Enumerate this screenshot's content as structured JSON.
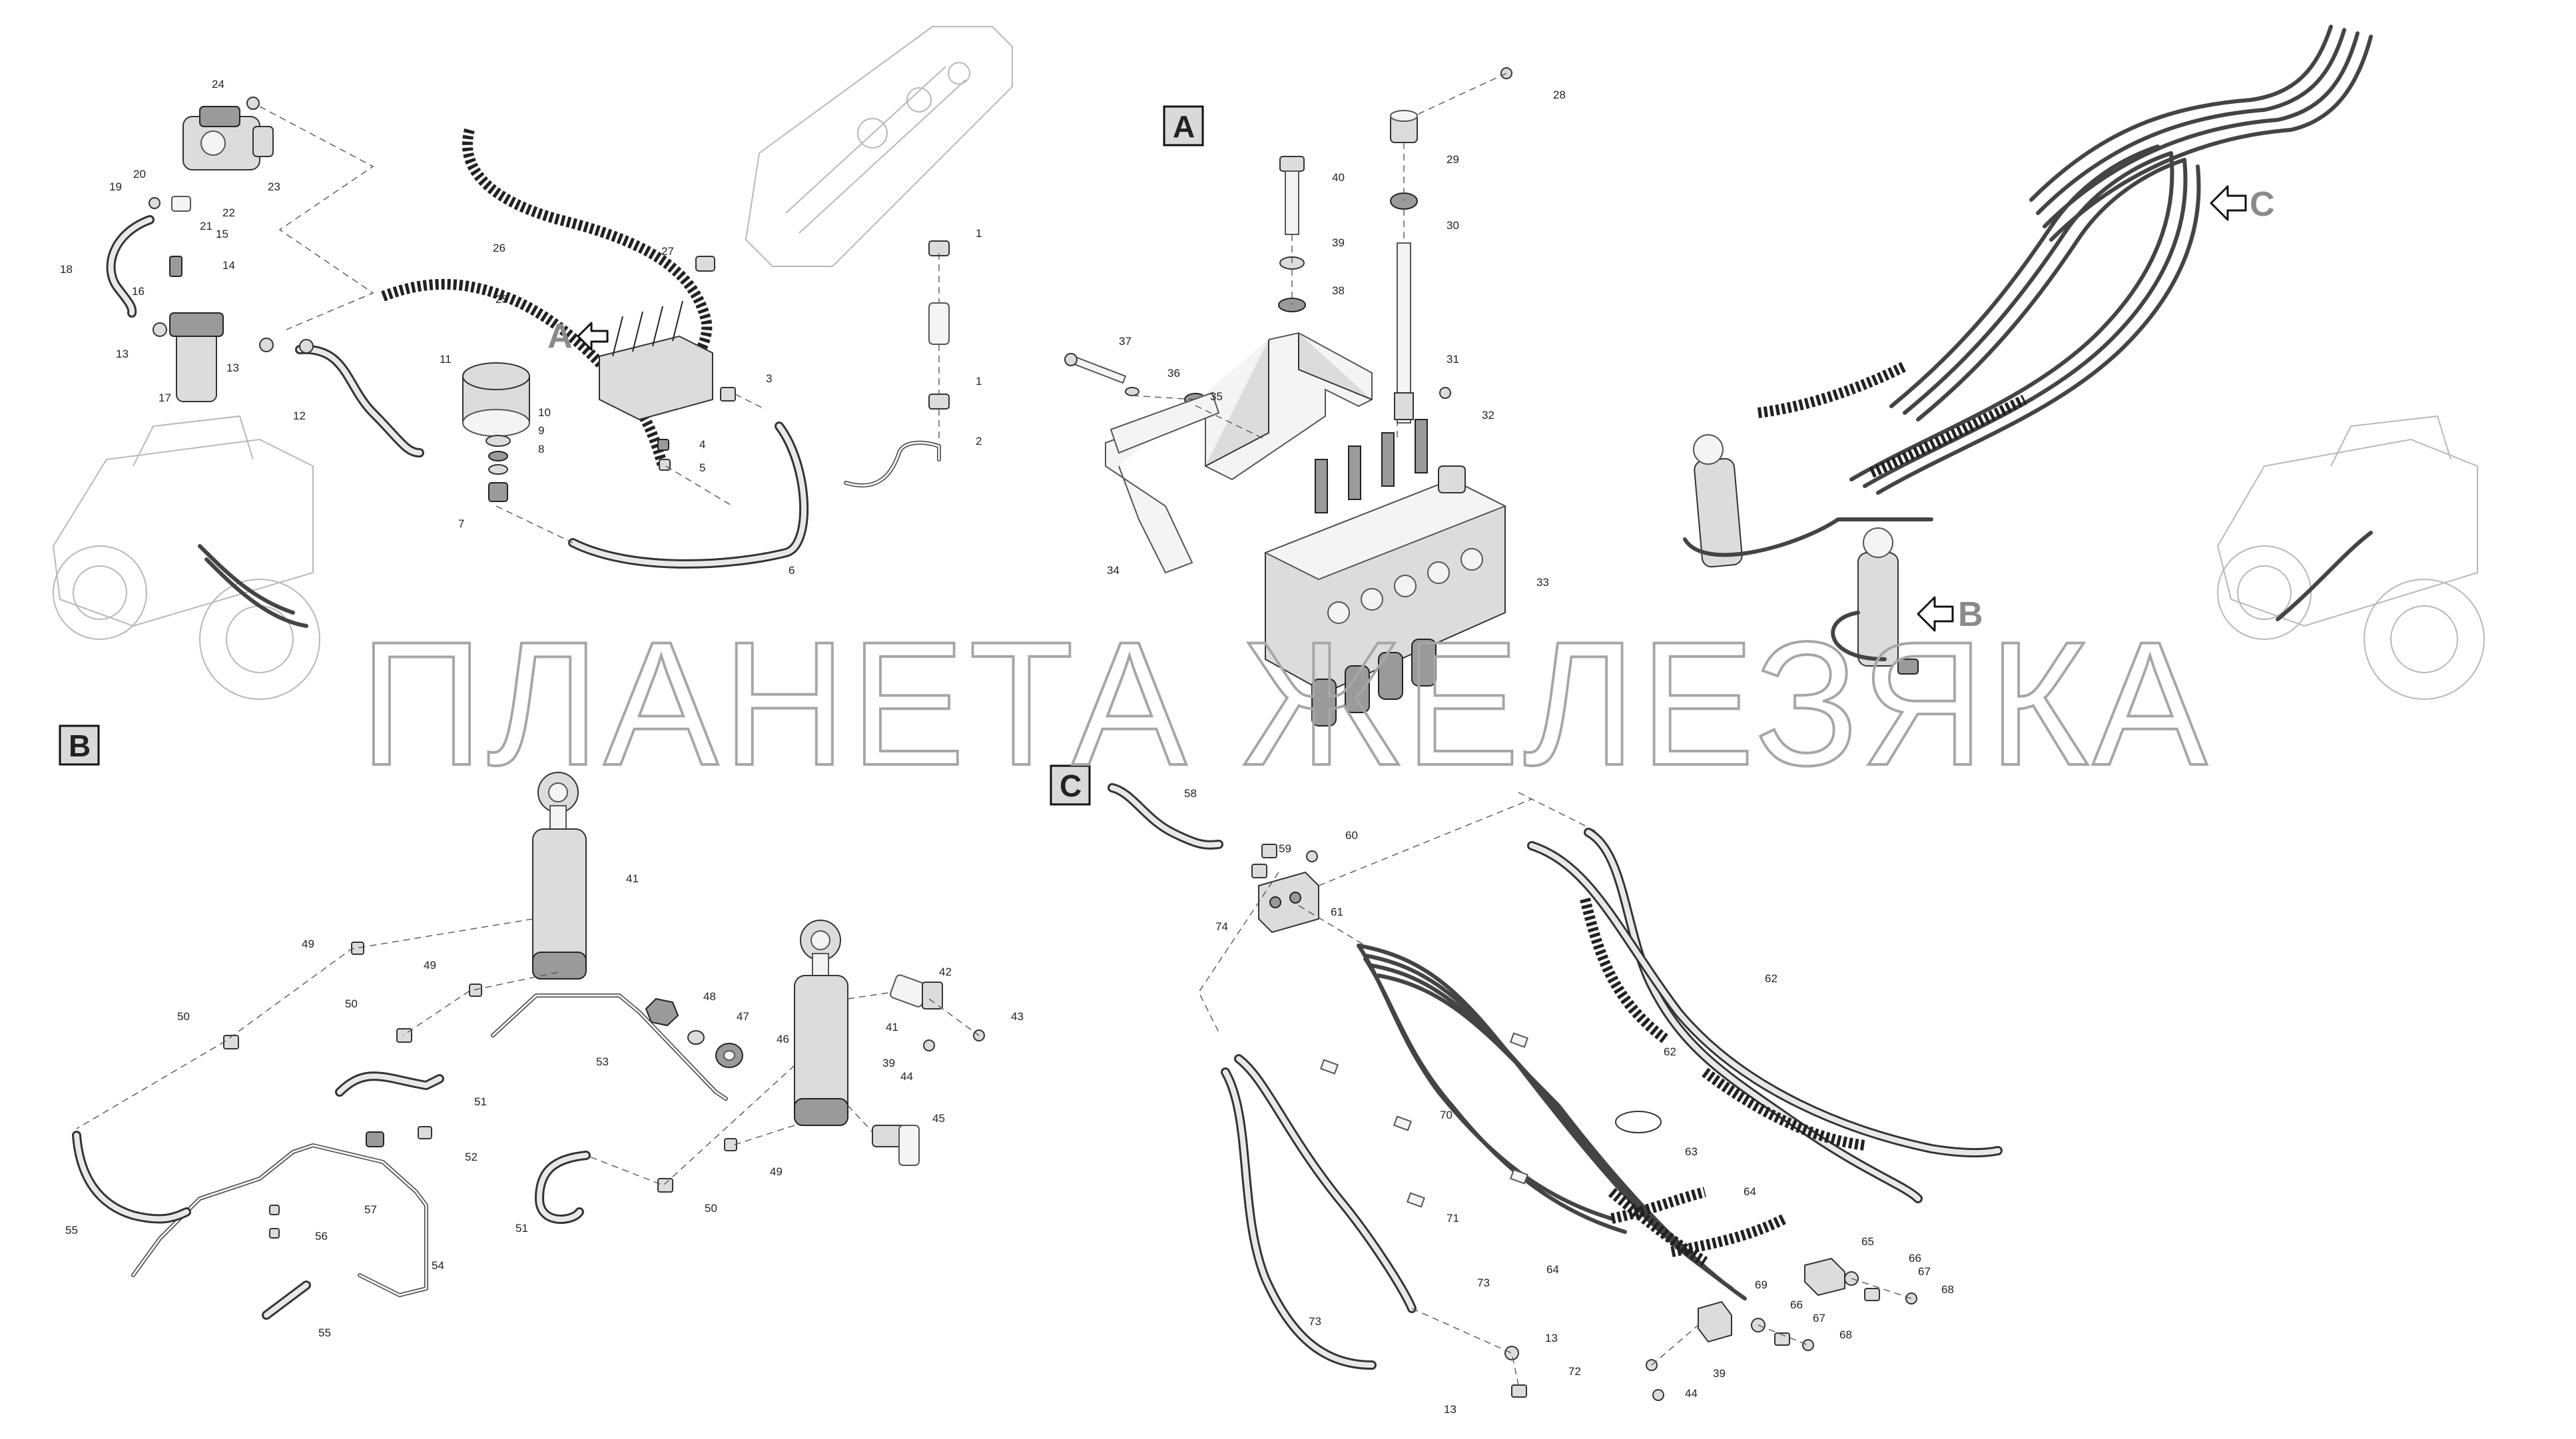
{
  "watermark": "ПЛАНЕТА ЖЕЛЕЗЯКА",
  "view_labels": {
    "A": "A",
    "B": "B",
    "C": "C"
  },
  "callouts": {
    "A": "A",
    "B": "B",
    "C": "C"
  },
  "overview_labels": {
    "n24": "24",
    "n23": "23",
    "n20": "20",
    "n22": "22",
    "n19": "19",
    "n21": "21",
    "n15": "15",
    "n14": "14",
    "n16": "16",
    "n18": "18",
    "n13a": "13",
    "n17": "17",
    "n13b": "13",
    "n12": "12",
    "n11": "11",
    "n10": "10",
    "n9": "9",
    "n8": "8",
    "n7": "7",
    "n26": "26",
    "n25": "25",
    "n27": "27",
    "n3": "3",
    "n4": "4",
    "n5": "5",
    "n6": "6",
    "n1a": "1",
    "n1b": "1",
    "n2": "2"
  },
  "view_a_labels": {
    "n28": "28",
    "n29": "29",
    "n30": "30",
    "n40": "40",
    "n39": "39",
    "n38": "38",
    "n31": "31",
    "n37": "37",
    "n36": "36",
    "n35": "35",
    "n32": "32",
    "n34": "34",
    "n33": "33"
  },
  "view_b_labels": {
    "n41a": "41",
    "n49a": "49",
    "n49b": "49",
    "n50a": "50",
    "n50b": "50",
    "n48": "48",
    "n47": "47",
    "n46": "46",
    "n53": "53",
    "n51a": "51",
    "n41b": "41",
    "n42": "42",
    "n43": "43",
    "n39": "39",
    "n44": "44",
    "n45": "45",
    "n52": "52",
    "n57": "57",
    "n56": "56",
    "n54": "54",
    "n55a": "55",
    "n55b": "55",
    "n51b": "51",
    "n50c": "50",
    "n49c": "49"
  },
  "view_c_labels": {
    "n58": "58",
    "n59": "59",
    "n60": "60",
    "n61": "61",
    "n74": "74",
    "n62a": "62",
    "n62b": "62",
    "n63": "63",
    "n64a": "64",
    "n64b": "64",
    "n70": "70",
    "n71": "71",
    "n65": "65",
    "n66a": "66",
    "n67a": "67",
    "n68a": "68",
    "n69": "69",
    "n66b": "66",
    "n67b": "67",
    "n68b": "68",
    "n73a": "73",
    "n73b": "73",
    "n13a": "13",
    "n13b": "13",
    "n72": "72",
    "n39": "39",
    "n44": "44"
  }
}
